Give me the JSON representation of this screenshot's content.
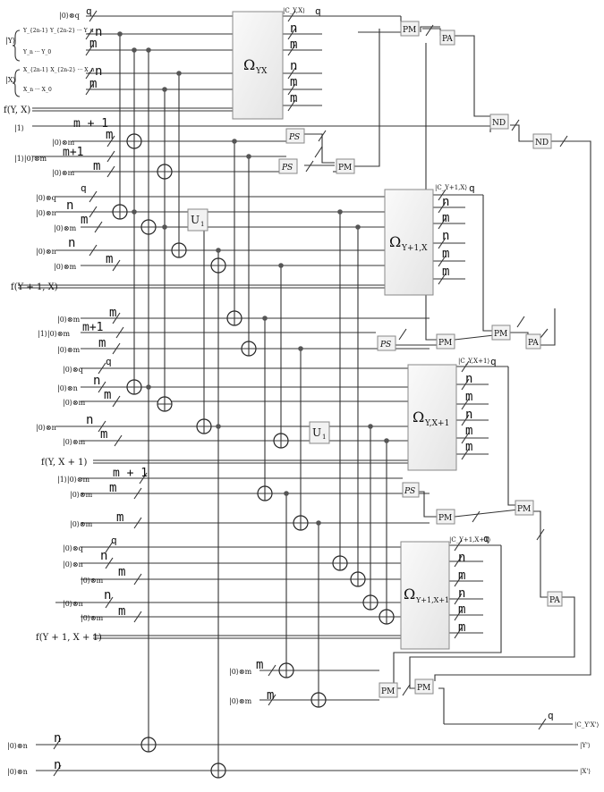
{
  "registers": {
    "cyx": "|0⟩⊗q",
    "y": "|Y⟩",
    "x": "|X⟩",
    "fyx": "f(Y, X)",
    "one_row1": "|1⟩",
    "one_row2": "|1⟩|0⟩⊗m",
    "zero_q": "|0⟩⊗q",
    "zero_n": "|0⟩⊗n",
    "zero_m": "|0⟩⊗m",
    "fy1x": "f(Y + 1, X)",
    "fyx1": "f(Y, X + 1)",
    "fy1x1": "f(Y + 1, X + 1)",
    "one_zero_m": "|1⟩|0⟩⊗m",
    "y_sub_top": "Y_{2n-1} Y_{2n-2} ··· Y_n",
    "y_sub_bot": "Y_n ··· Y_0",
    "x_sub_top": "X_{2n-1} X_{2n-2} ··· X_n",
    "x_sub_bot": "X_n ··· X_0"
  },
  "widths": {
    "n": "n",
    "m": "m",
    "q": "q",
    "m1": "m + 1",
    "m1b": "m+1"
  },
  "blocks": {
    "omega_yx": "Ω",
    "omega_yx_sub": "YX",
    "omega_y1x": "Ω",
    "omega_y1x_sub": "Y+1,X",
    "omega_yx1": "Ω",
    "omega_yx1_sub": "Y,X+1",
    "omega_y1x1": "Ω",
    "omega_y1x1_sub": "Y+1,X+1"
  },
  "outputs": {
    "c_yx": "|C_Y,X⟩",
    "c_y1x": "|C_Y+1,X⟩",
    "c_yx1": "|C_Y,X+1⟩",
    "c_y1x1": "|C_Y+1,X+1⟩",
    "c_final": "|C_Y'X'⟩",
    "y_out": "|Y'⟩",
    "x_out": "|X'⟩"
  },
  "gates": {
    "pm": "PM",
    "pa": "PA",
    "nd": "ND",
    "ps": "PS",
    "u1": "U",
    "u1_sub": "1"
  }
}
